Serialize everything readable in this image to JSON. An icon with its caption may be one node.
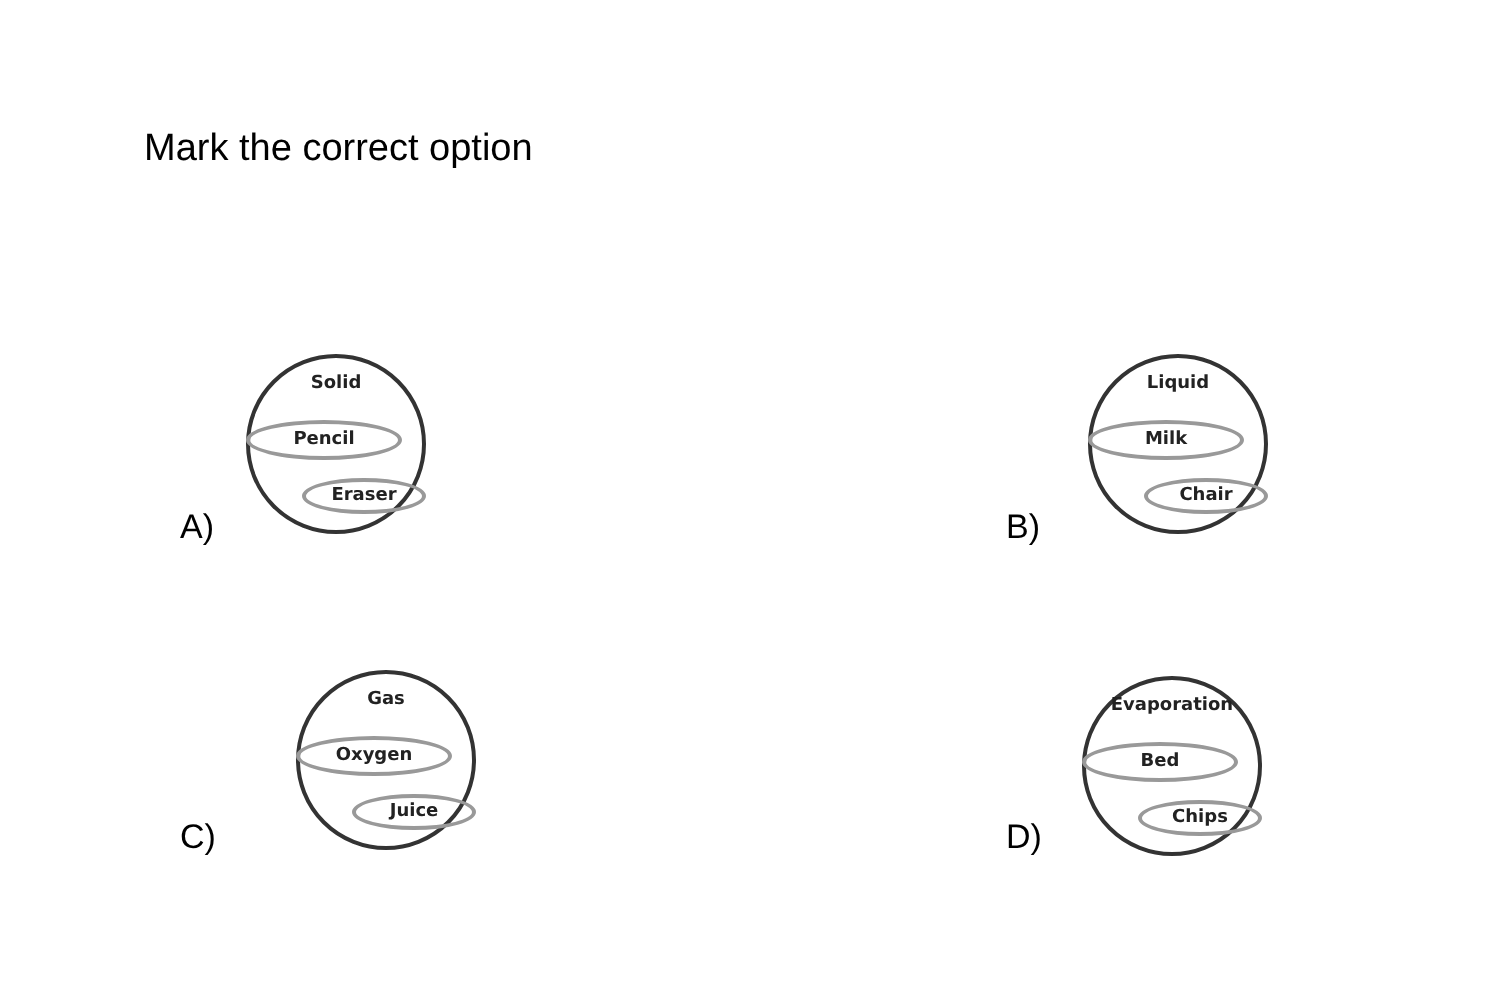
{
  "diagram": {
    "title": "Mark the correct option",
    "nodes": [
      {
        "text": [
          "Solid"
        ]
      },
      {
        "text": [
          "Pencil"
        ],
        "in": 0
      },
      {
        "text": [
          "Eraser"
        ],
        "in": 0
      },
      {
        "text": [
          "Liquid"
        ]
      },
      {
        "text": [
          "Milk"
        ],
        "in": 3
      },
      {
        "text": [
          "Chair"
        ],
        "in": 3
      },
      {
        "text": [
          "Gas"
        ]
      },
      {
        "text": [
          "Oxygen"
        ],
        "in": 6
      },
      {
        "text": [
          "Juice"
        ],
        "in": 6
      },
      {
        "text": [
          "Evaporation"
        ]
      },
      {
        "text": [
          "Bed"
        ],
        "in": 9
      },
      {
        "text": [
          "Chips"
        ],
        "in": 9
      }
    ],
    "labels": [
      "A)",
      "B)",
      "C)",
      "D)"
    ]
  }
}
